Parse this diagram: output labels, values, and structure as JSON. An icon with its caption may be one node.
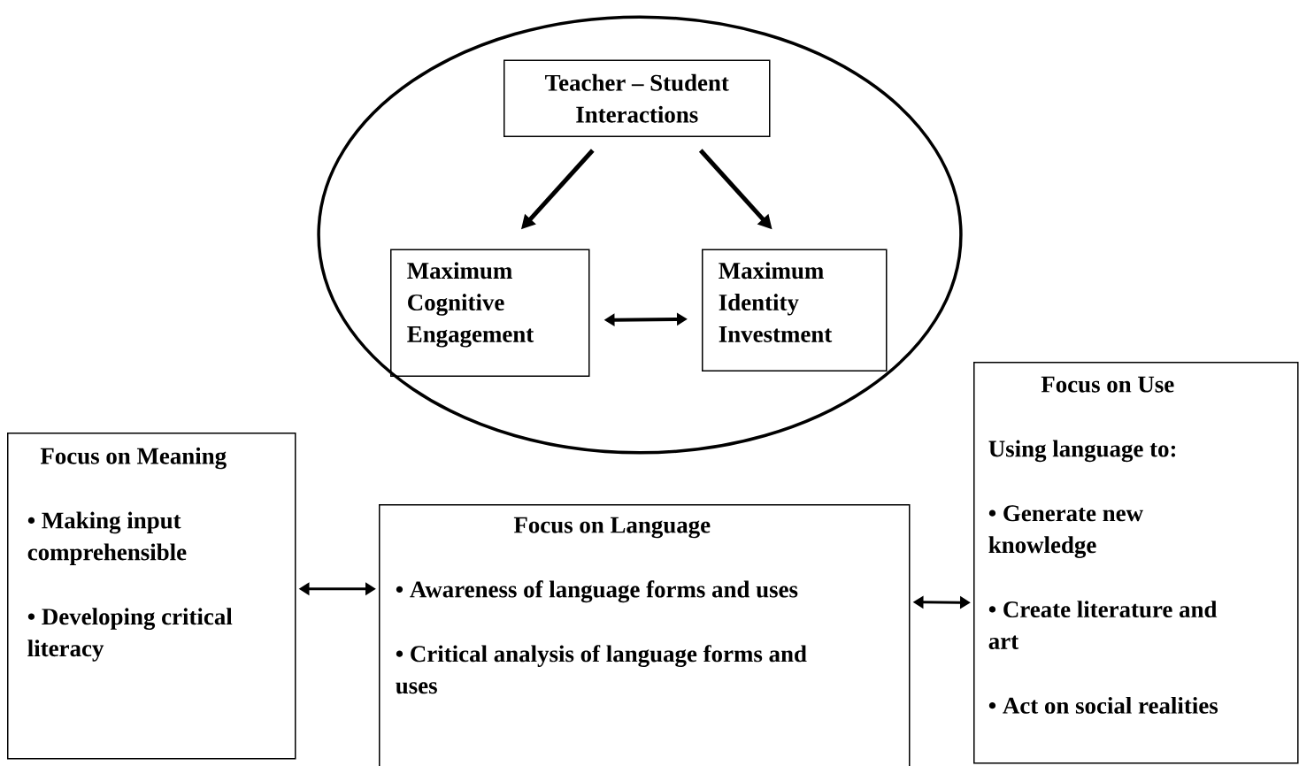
{
  "diagram": {
    "nodes": [
      {
        "text": [],
        "shape": "ellipse"
      },
      {
        "text": [
          "Teacher – Student Interactions"
        ],
        "in": 0
      },
      {
        "text": [
          "Maximum Cognitive Engagement"
        ],
        "in": 0
      },
      {
        "text": [
          "Maximum Identity Investment"
        ],
        "in": 0
      },
      {
        "text": [
          "Focus on Meaning",
          "• Making input comprehensible",
          "• Developing critical literacy"
        ]
      },
      {
        "text": [
          "Focus on Language",
          "• Awareness of language forms and uses",
          "• Critical analysis of language forms and uses"
        ]
      },
      {
        "text": [
          "Focus on Use",
          "Using language to:",
          "• Generate new knowledge",
          "• Create literature and art",
          "• Act on social realities"
        ]
      }
    ],
    "edges": [
      {
        "from": 1,
        "to": 2,
        "arrow": "to"
      },
      {
        "from": 1,
        "to": 3,
        "arrow": "to"
      },
      {
        "from": 2,
        "to": 3,
        "arrow": "both"
      },
      {
        "from": 4,
        "to": 5,
        "arrow": "both"
      },
      {
        "from": 5,
        "to": 6,
        "arrow": "both"
      }
    ]
  }
}
